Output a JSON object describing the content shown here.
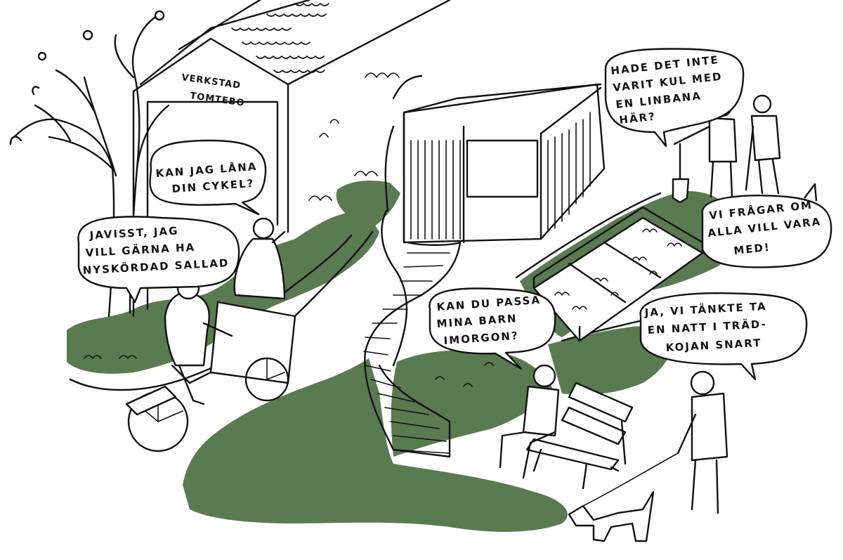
{
  "sign": {
    "line1": "VERKSTAD",
    "line2": "TOMTEBO"
  },
  "bubbles": {
    "borrow_bike": [
      "KAN JAG LÅNA",
      "DIN CYKEL?"
    ],
    "reply_salad": [
      "JAVISST, JAG",
      "VILL GÄRNA HA",
      "NYSKÖRDAD SALLAD"
    ],
    "cable_car": [
      "HADE DET INTE",
      "VARIT KUL MED",
      "EN LINBANA",
      "HÄR?"
    ],
    "ask_all": [
      "VI FRÅGAR OM",
      "ALLA VILL VARA",
      "MED!"
    ],
    "babysit": [
      "KAN DU PASSA",
      "MINA BARN",
      "IMORGON?"
    ],
    "treehouse": [
      "JA, VI TÄNKTE TA",
      "EN NATT I TRÄD-",
      "KOJAN SNART"
    ]
  },
  "colors": {
    "ink": "#111111",
    "greenery": "#5a7a52",
    "paper": "#ffffff"
  },
  "icons": [
    "tree",
    "workshop-shed",
    "cargo-bike",
    "spiral-staircase",
    "treehouse",
    "raised-garden-beds",
    "bench",
    "dog",
    "shovel"
  ]
}
